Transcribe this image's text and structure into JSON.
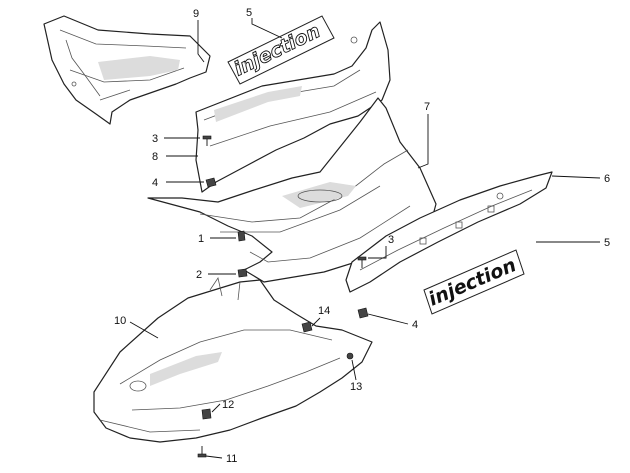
{
  "decals": {
    "top": "injection",
    "right": "injection"
  },
  "callouts": [
    {
      "id": "c9",
      "text": "9"
    },
    {
      "id": "c5a",
      "text": "5"
    },
    {
      "id": "c3a",
      "text": "3"
    },
    {
      "id": "c8",
      "text": "8"
    },
    {
      "id": "c4a",
      "text": "4"
    },
    {
      "id": "c7",
      "text": "7"
    },
    {
      "id": "c6",
      "text": "6"
    },
    {
      "id": "c1",
      "text": "1"
    },
    {
      "id": "c3b",
      "text": "3"
    },
    {
      "id": "c5b",
      "text": "5"
    },
    {
      "id": "c2",
      "text": "2"
    },
    {
      "id": "c14",
      "text": "14"
    },
    {
      "id": "c4b",
      "text": "4"
    },
    {
      "id": "c10",
      "text": "10"
    },
    {
      "id": "c13",
      "text": "13"
    },
    {
      "id": "c12",
      "text": "12"
    },
    {
      "id": "c11",
      "text": "11"
    }
  ]
}
